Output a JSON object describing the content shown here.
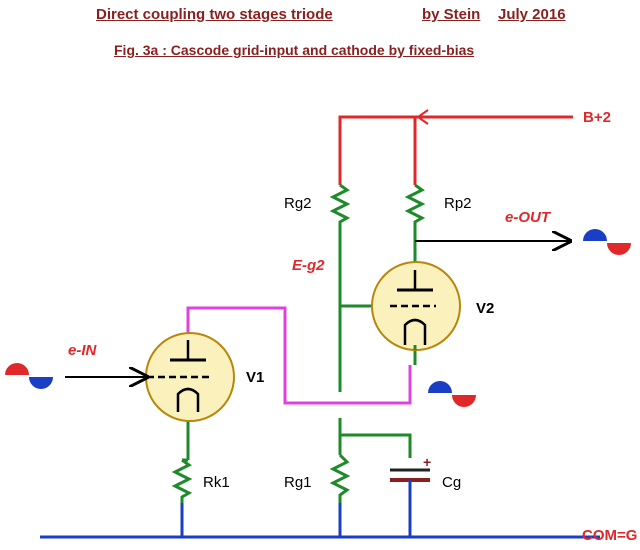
{
  "header": {
    "title": "Direct coupling two stages triode",
    "author": "by Stein",
    "date": "July 2016",
    "figure": "Fig. 3a : Cascode grid-input and cathode by fixed-bias"
  },
  "labels": {
    "b_plus": "B+2",
    "com": "COM=G",
    "e_out": "e-OUT",
    "e_in": "e-IN",
    "e_g2": "E-g2",
    "rg2": "Rg2",
    "rp2": "Rp2",
    "rk1": "Rk1",
    "rg1": "Rg1",
    "cg": "Cg",
    "v1": "V1",
    "v2": "V2"
  },
  "colors": {
    "supply": "#e0282a",
    "ground": "#1b3fc4",
    "coupling": "#e040e0",
    "grid": "#1e8a2a",
    "tube_fill": "#fbf1bd",
    "tube_stroke": "#b8860b",
    "title": "#8a1f1f"
  }
}
